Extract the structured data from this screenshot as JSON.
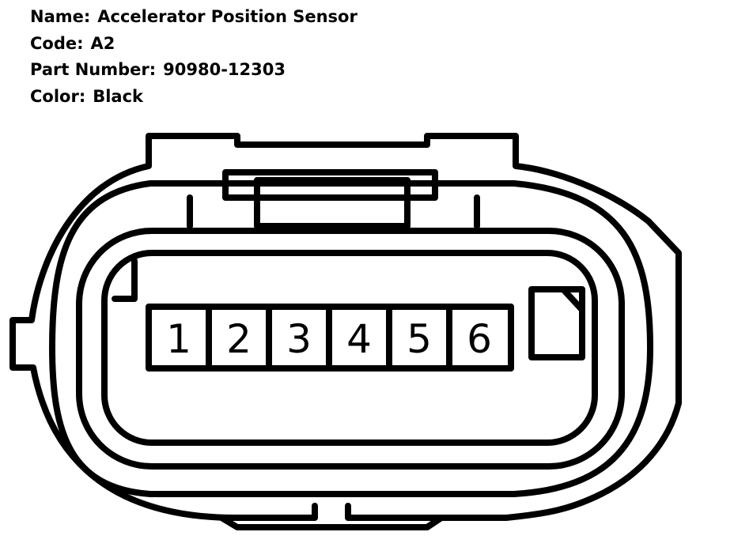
{
  "connector_info": {
    "name_label": "Name:",
    "name_value": "Accelerator Position Sensor",
    "code_label": "Code:",
    "code_value": "A2",
    "part_label": "Part Number:",
    "part_value": "90980-12303",
    "color_label": "Color:",
    "color_value": "Black"
  },
  "pins": [
    "1",
    "2",
    "3",
    "4",
    "5",
    "6"
  ],
  "colors": {
    "line": "#000000",
    "background": "#ffffff"
  }
}
